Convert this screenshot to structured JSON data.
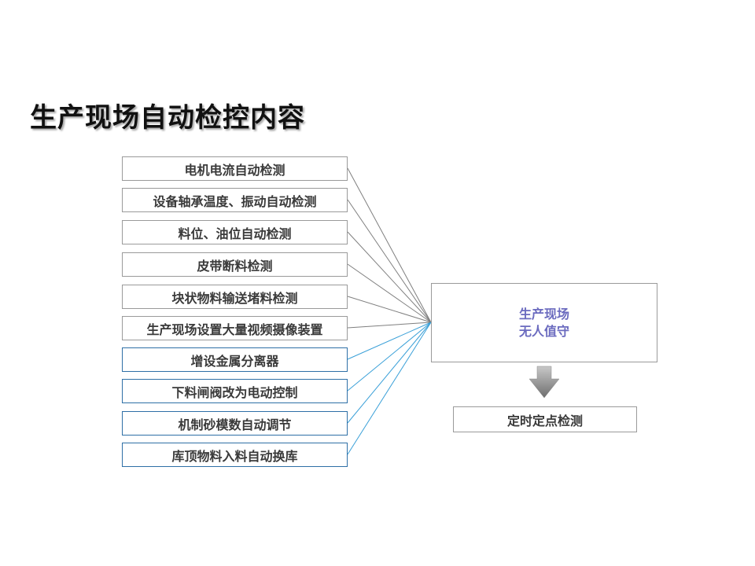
{
  "title": "生产现场自动检控内容",
  "items": [
    {
      "label": "电机电流自动检测",
      "style": "gray"
    },
    {
      "label": "设备轴承温度、振动自动检测",
      "style": "gray"
    },
    {
      "label": "料位、油位自动检测",
      "style": "gray"
    },
    {
      "label": "皮带断料检测",
      "style": "gray"
    },
    {
      "label": "块状物料输送堵料检测",
      "style": "gray"
    },
    {
      "label": "生产现场设置大量视频摄像装置",
      "style": "gray"
    },
    {
      "label": "增设金属分离器",
      "style": "blue"
    },
    {
      "label": "下料闸阀改为电动控制",
      "style": "blue"
    },
    {
      "label": "机制砂模数自动调节",
      "style": "blue"
    },
    {
      "label": "库顶物料入料自动换库",
      "style": "blue"
    }
  ],
  "target": {
    "line1": "生产现场",
    "line2": "无人值守"
  },
  "result": {
    "label": "定时定点检测"
  },
  "colors": {
    "gray_line": "#7f7f7f",
    "blue_line": "#3aa0d8",
    "blue_border": "#2e6fa6",
    "target_text": "#6b6bbf"
  }
}
